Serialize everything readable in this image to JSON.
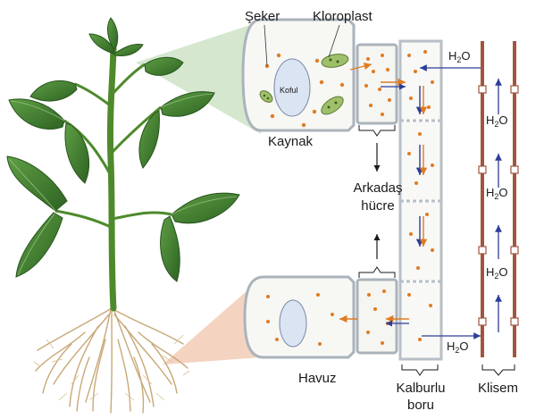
{
  "labels": {
    "sugar": "Şeker",
    "chloroplast": "Kloroplast",
    "vacuole": "Koful",
    "source": "Kaynak",
    "companion_cell_line1": "Arkadaş",
    "companion_cell_line2": "hücre",
    "sink": "Havuz",
    "sieve_tube_line1": "Kalburlu",
    "sieve_tube_line2": "boru",
    "xylem": "Klisem"
  },
  "water": {
    "symbol": "H",
    "subscript": "2",
    "suffix": "O"
  },
  "colors": {
    "leaf_fill": "#3f7f2f",
    "leaf_dark": "#26551c",
    "stem": "#4e8a2c",
    "root": "#d4b88a",
    "source_highlight": "#cfe3c8",
    "sink_highlight": "#f2cbb6",
    "cell_wall": "#c9d0d6",
    "sugar_dot": "#e07b22",
    "chloroplast": "#9fc06a",
    "vacuole": "#dbe4f3",
    "xylem_wall": "#a2553c",
    "water_arrow": "#2c3d9a",
    "sugar_arrow": "#e07b22"
  }
}
